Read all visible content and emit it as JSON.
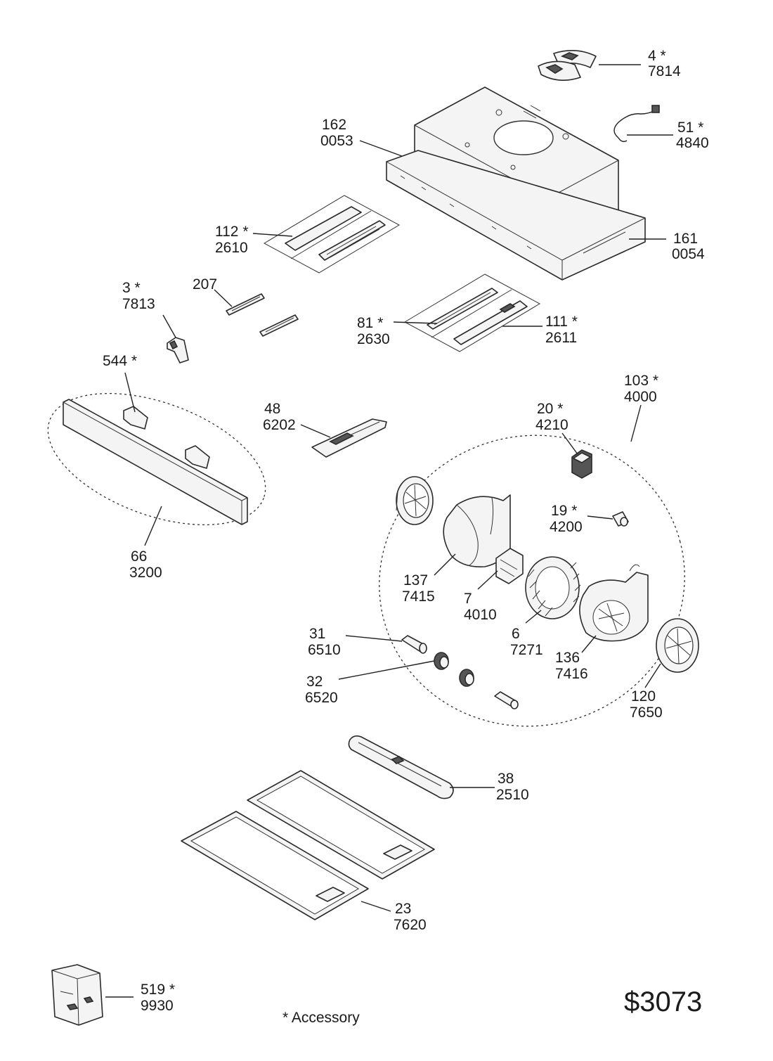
{
  "parts": [
    {
      "id": "p4",
      "ref": "4 *",
      "code": "7814"
    },
    {
      "id": "p162",
      "ref": "162",
      "code": "0053"
    },
    {
      "id": "p51",
      "ref": "51 *",
      "code": "4840"
    },
    {
      "id": "p112",
      "ref": "112 *",
      "code": "2610"
    },
    {
      "id": "p161",
      "ref": "161",
      "code": "0054"
    },
    {
      "id": "p3",
      "ref": "3 *",
      "code": "7813"
    },
    {
      "id": "p207",
      "ref": "207",
      "code": ""
    },
    {
      "id": "p81",
      "ref": "81 *",
      "code": "2630"
    },
    {
      "id": "p111",
      "ref": "111 *",
      "code": "2611"
    },
    {
      "id": "p544",
      "ref": "544 *",
      "code": ""
    },
    {
      "id": "p103",
      "ref": "103 *",
      "code": "4000"
    },
    {
      "id": "p48",
      "ref": "48",
      "code": "6202"
    },
    {
      "id": "p20",
      "ref": "20 *",
      "code": "4210"
    },
    {
      "id": "p19",
      "ref": "19 *",
      "code": "4200"
    },
    {
      "id": "p66",
      "ref": "66",
      "code": "3200"
    },
    {
      "id": "p137",
      "ref": "137",
      "code": "7415"
    },
    {
      "id": "p7",
      "ref": "7",
      "code": "4010"
    },
    {
      "id": "p6",
      "ref": "6",
      "code": "7271"
    },
    {
      "id": "p136",
      "ref": "136",
      "code": "7416"
    },
    {
      "id": "p31",
      "ref": "31",
      "code": "6510"
    },
    {
      "id": "p32",
      "ref": "32",
      "code": "6520"
    },
    {
      "id": "p120",
      "ref": "120",
      "code": "7650"
    },
    {
      "id": "p38",
      "ref": "38",
      "code": "2510"
    },
    {
      "id": "p23",
      "ref": "23",
      "code": "7620"
    },
    {
      "id": "p519",
      "ref": "519 *",
      "code": "9930"
    }
  ],
  "footnote": "* Accessory",
  "diagram_code": "$3073"
}
